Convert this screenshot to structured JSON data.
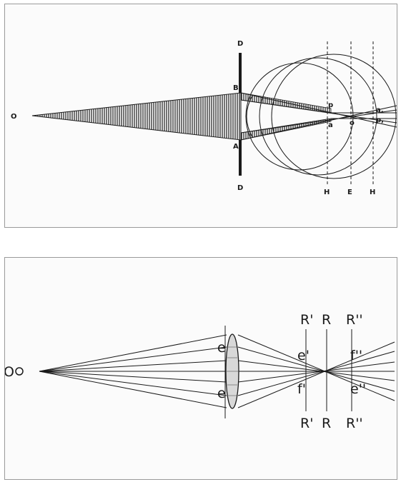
{
  "figures": [
    {
      "labels": {
        "source": "O",
        "diaphragm_top": "D",
        "diaphragm_bottom": "D",
        "aperture_top": "B",
        "aperture_bottom": "A",
        "point_upper": "p",
        "point_lower": "a",
        "point_focus": "o",
        "point_right_upper": "a,",
        "point_right_lower": "p,",
        "plane_1": "H",
        "plane_2": "E",
        "plane_3": "H"
      }
    },
    {
      "labels": {
        "source": "O",
        "lens_top": "e",
        "lens_bottom": "e",
        "screen_1_top": "R'",
        "screen_2_top": "R",
        "screen_3_top": "R''",
        "screen_1_bottom": "R'",
        "screen_2_bottom": "R",
        "screen_3_bottom": "R''",
        "spot_1_top": "e'",
        "spot_1_bottom": "f'",
        "spot_3_top": "f''",
        "spot_3_bottom": "e''"
      }
    }
  ],
  "colors": {
    "ink": "#1a1a1a",
    "panel_border": "#9a9a9a",
    "panel_bg": "#fbfbfb"
  }
}
